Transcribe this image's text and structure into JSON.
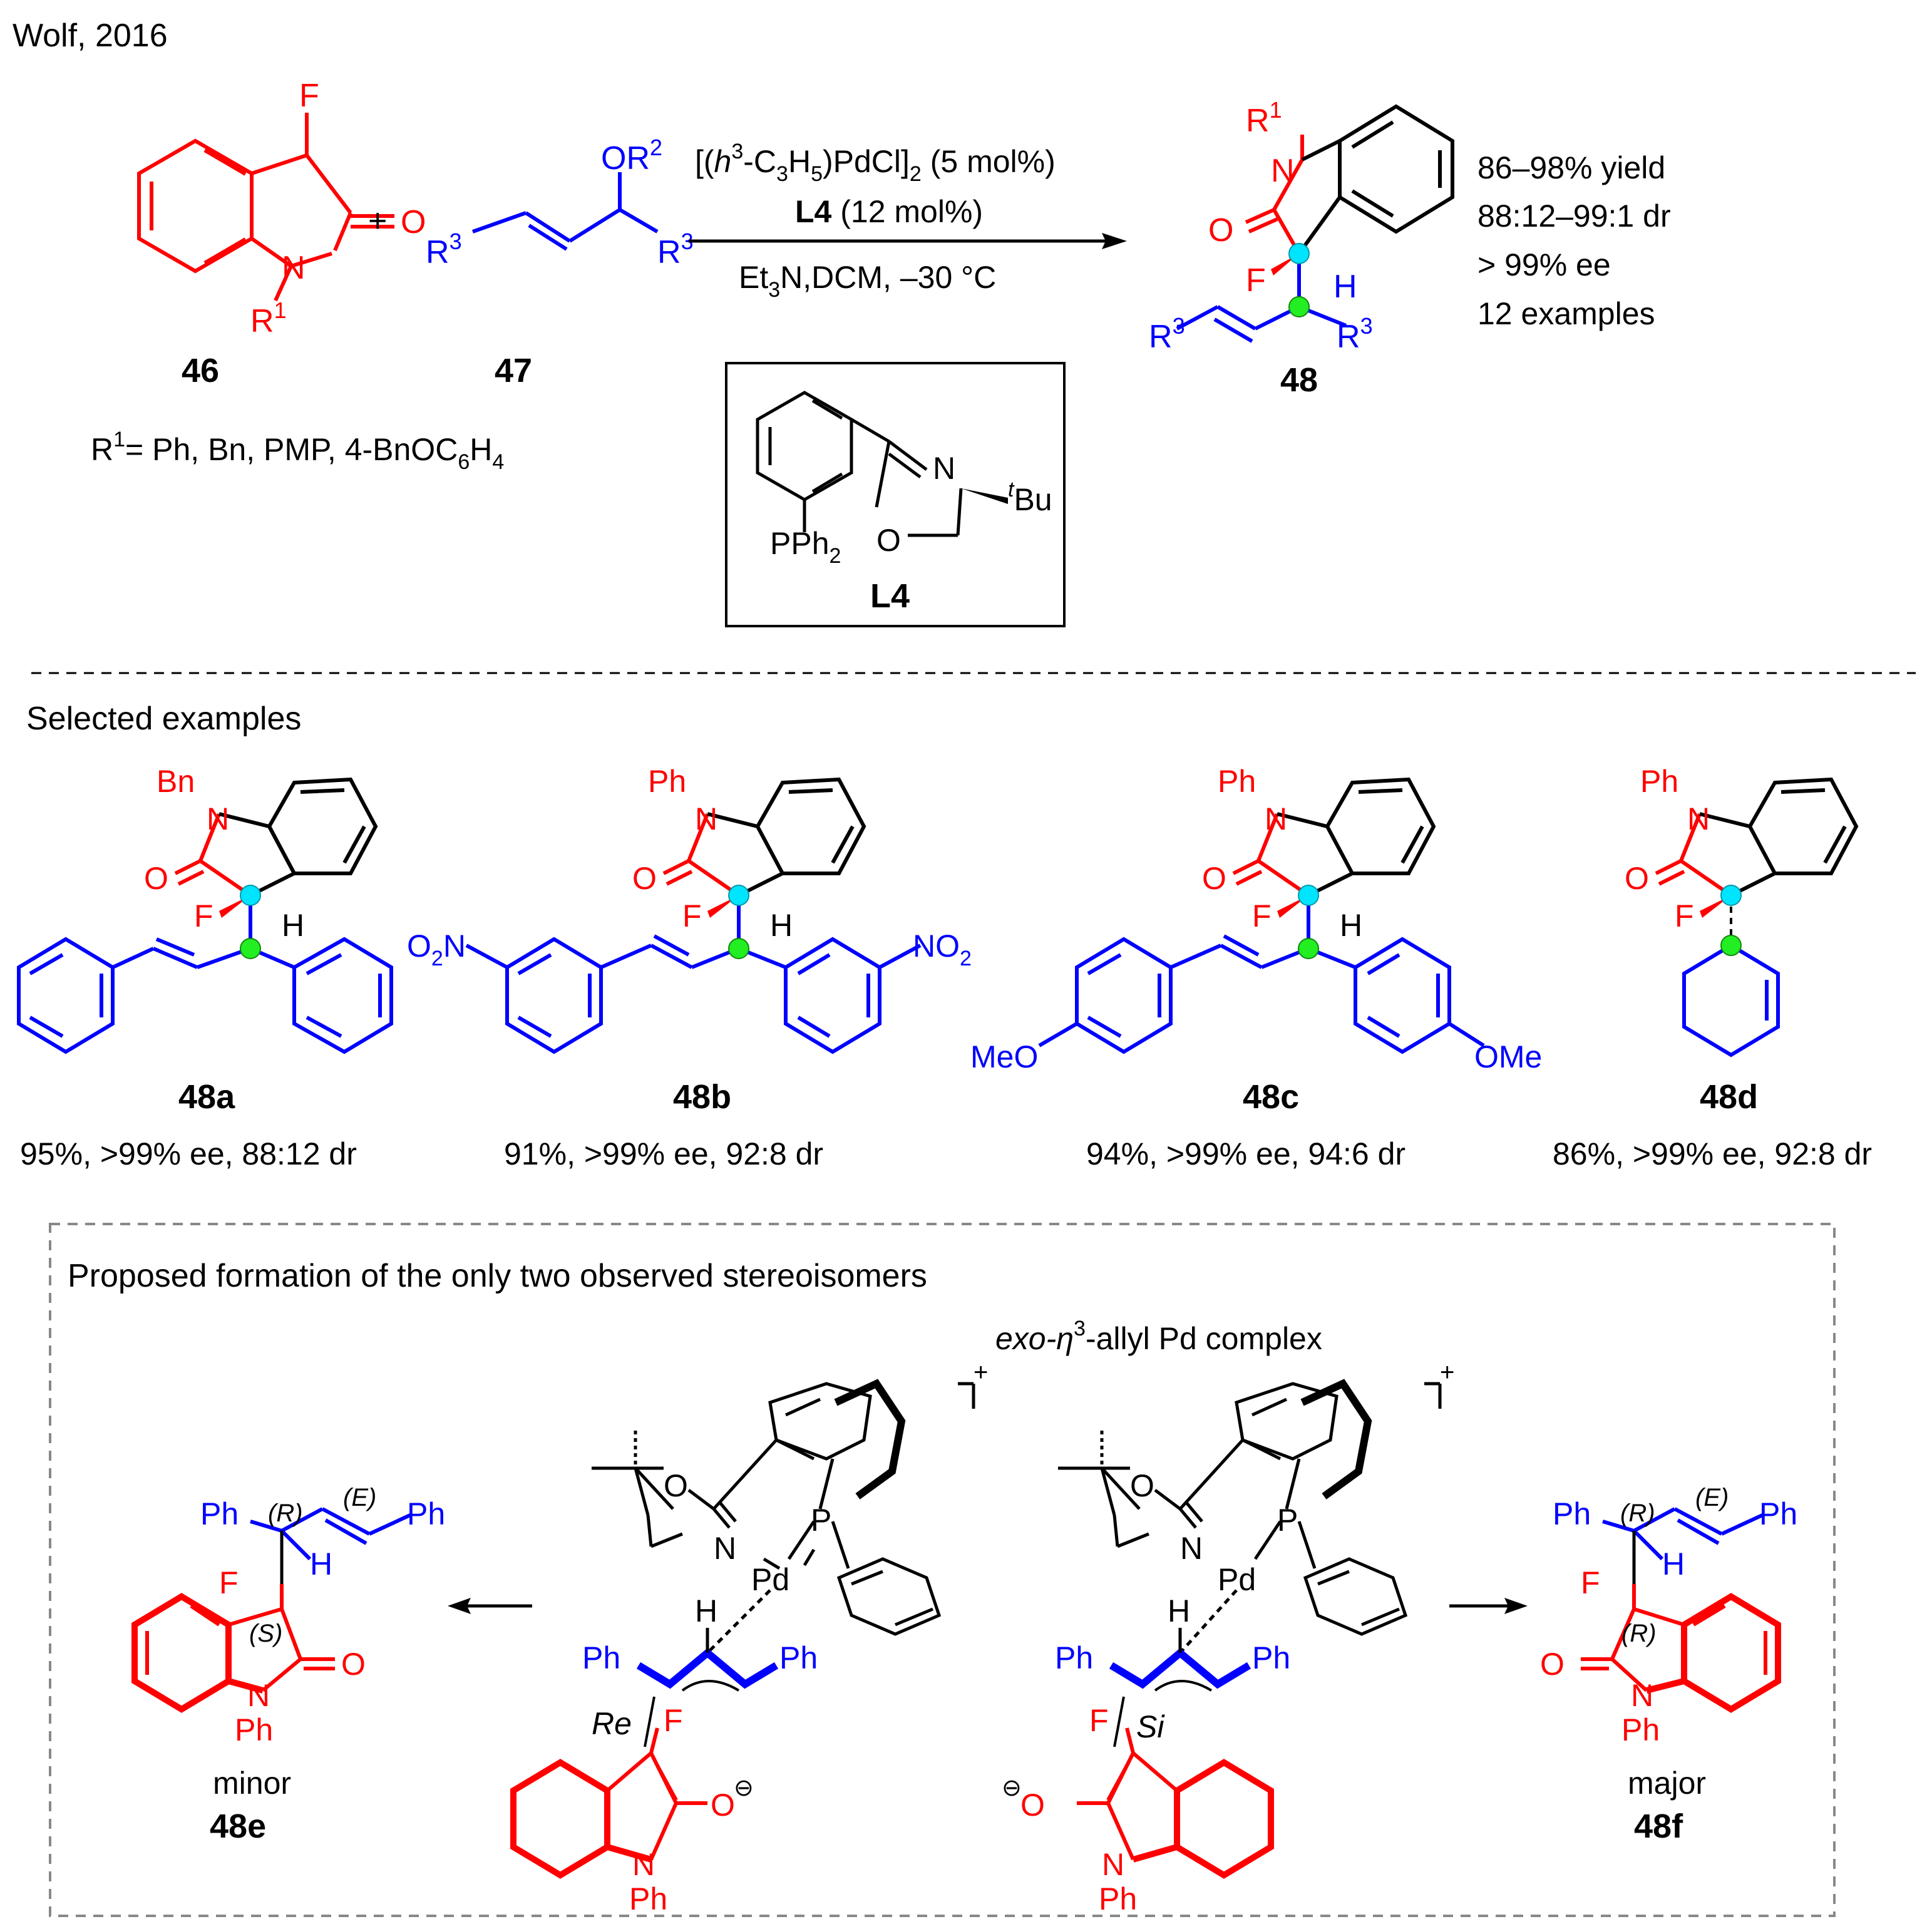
{
  "colors": {
    "reactant_red": "#ff0000",
    "reactant_blue": "#0000ff",
    "black": "#000000",
    "quaternary_center": "#00e5ff",
    "tertiary_center": "#22ee22",
    "dashed": "#888888"
  },
  "header": {
    "citation": "Wolf, 2016"
  },
  "scheme": {
    "compound_46": {
      "label": "46",
      "F": "F",
      "O": "O",
      "N": "N",
      "R": "R",
      "one": "1"
    },
    "plus": "+",
    "compound_47": {
      "label": "47",
      "O": "OR",
      "two": "2",
      "R": "R",
      "three": "3"
    },
    "conditions": {
      "catalyst_open": "[(",
      "catalyst_h": "h",
      "catalyst_3": "3",
      "catalyst_mid": "-C",
      "catalyst_3b": "3",
      "catalyst_h5": "H",
      "catalyst_5": "5",
      "catalyst_pd": ")PdCl]",
      "catalyst_2": "2",
      "catalyst_load": " (5 mol%)",
      "ligand_name": "L4",
      "ligand_load": " (12 mol%)",
      "base_et": "Et",
      "base_3": "3",
      "base_rest": "N,DCM, –30 °C"
    },
    "product_48": {
      "label": "48",
      "N": "N",
      "R1": "R",
      "O": "O",
      "F": "F",
      "H": "H"
    },
    "results": [
      "86–98% yield",
      "88:12–99:1 dr",
      "> 99% ee",
      "12 examples"
    ],
    "substituents_text": "R",
    "substituents_1": "1",
    "substituents_rest": "= Ph, Bn, PMP, 4-BnOC",
    "substituents_6": "6",
    "substituents_H": "H",
    "substituents_4": "4",
    "ligand": {
      "label": "L4",
      "N": "N",
      "O": "O",
      "P": "PPh",
      "P2": "2",
      "t": "t",
      "Bu": "Bu"
    }
  },
  "selected": {
    "heading": "Selected examples",
    "examples": [
      {
        "label": "48a",
        "N_sub": "Bn",
        "result": "95%, >99% ee, 88:12 dr"
      },
      {
        "label": "48b",
        "N_sub": "Ph",
        "aryl_sub": "NO",
        "aryl_sub2": "2",
        "aryl_sub_left": "O",
        "aryl_sub_left2": "2",
        "aryl_sub_leftN": "N",
        "result": "91%, >99% ee, 92:8 dr"
      },
      {
        "label": "48c",
        "N_sub": "Ph",
        "aryl_sub": "OMe",
        "aryl_sub_left": "MeO",
        "result": "94%, >99% ee, 94:6 dr"
      },
      {
        "label": "48d",
        "N_sub": "Ph",
        "result": "86%, >99% ee, 92:8 dr"
      }
    ]
  },
  "mechanism": {
    "heading": "Proposed formation of the only two observed stereoisomers",
    "complex_label_exo": "exo-",
    "complex_label_eta": "η",
    "complex_label_3": "3",
    "complex_label_rest": "-allyl Pd complex",
    "charge": "+",
    "Pd": "Pd",
    "N": "N",
    "O": "O",
    "P": "P",
    "H": "H",
    "Ph": "Ph",
    "F": "F",
    "O_minus": "O",
    "minus": "⊖",
    "face_re": "Re",
    "face_si": "Si",
    "minor": {
      "caption": "minor",
      "label": "48e",
      "R": "(R)",
      "E": "(E)",
      "S": "(S)"
    },
    "major": {
      "caption": "major",
      "label": "48f",
      "R": "(R)",
      "E": "(E)",
      "R2": "(R)"
    }
  }
}
